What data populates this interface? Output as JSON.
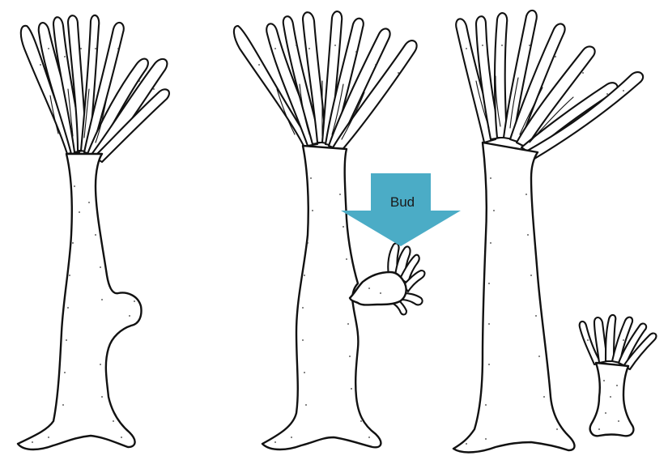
{
  "arrow": {
    "label": "Bud",
    "color": "#4bacc6"
  },
  "stages": [
    {
      "id": "hydra-with-bud-swelling"
    },
    {
      "id": "hydra-with-developing-bud"
    },
    {
      "id": "hydra-with-detached-bud"
    }
  ]
}
